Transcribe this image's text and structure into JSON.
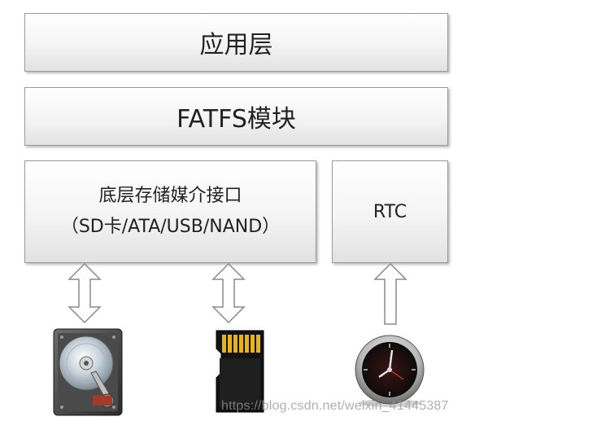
{
  "layers": {
    "app": "应用层",
    "fatfs": "FATFS模块",
    "storage_line1": "底层存储媒介接口",
    "storage_line2": "（SD卡/ATA/USB/NAND）",
    "rtc": "RTC"
  },
  "devices": {
    "hdd_icon": "hard-disk-icon",
    "sd_icon": "sd-card-icon",
    "clock_icon": "clock-icon"
  },
  "colors": {
    "arrow_fill": "#ffffff",
    "arrow_stroke": "#8a8a8a",
    "box_border": "#9a9a9a"
  },
  "watermark": "https://blog.csdn.net/weixin_41445387"
}
